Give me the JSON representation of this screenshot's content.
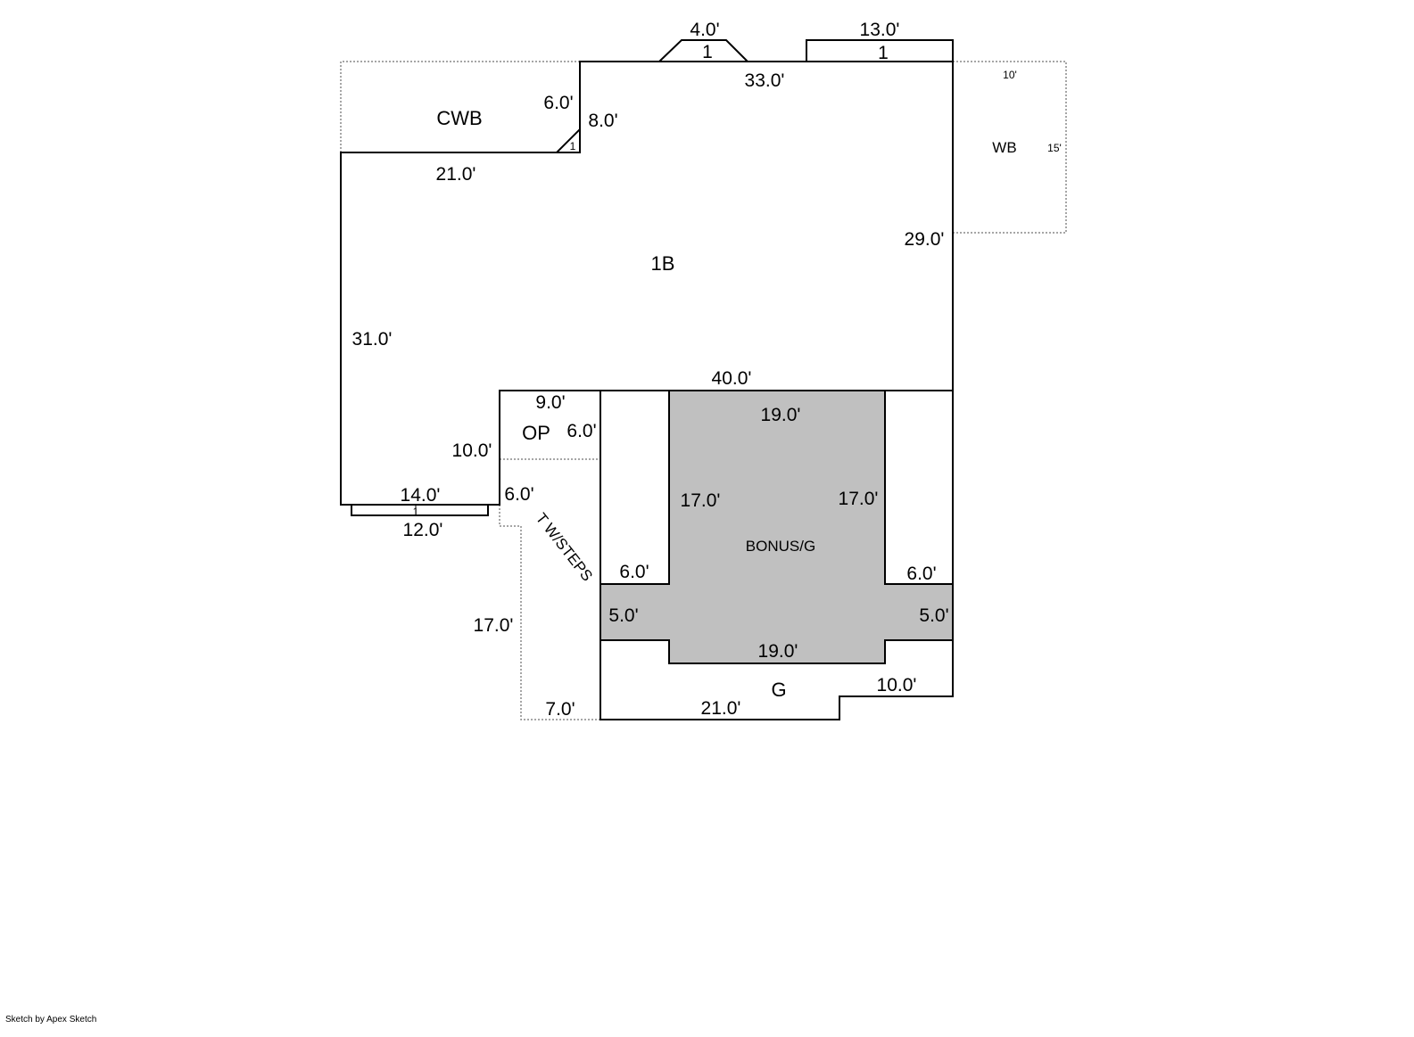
{
  "colors": {
    "bonus_fill": "#c0c0c0",
    "line": "#000000",
    "dotted": "#888888"
  },
  "areas": {
    "main": "1B",
    "cwb": "CWB",
    "wb": "WB",
    "op": "OP",
    "terrace": "T W/STEPS",
    "bonus": "BONUS/G",
    "garage": "G"
  },
  "dimensions": {
    "top_bump_small": "4.0'",
    "top_bump_small_count": "1",
    "top_bump_large": "13.0'",
    "top_bump_large_count": "1",
    "top_main": "33.0'",
    "cwb_step": "6.0'",
    "cwb_side": "8.0'",
    "corner_count": "1",
    "cwb_bottom": "21.0'",
    "wb_width": "10'",
    "wb_depth": "15'",
    "right_main": "29.0'",
    "left_main": "31.0'",
    "main_bottom": "40.0'",
    "op_top": "9.0'",
    "op_right": "6.0'",
    "op_left": "10.0'",
    "bottom_left": "14.0'",
    "bottom_bump_count": "1",
    "bottom_bump": "12.0'",
    "terrace_top": "6.0'",
    "terrace_side": "17.0'",
    "terrace_bottom": "7.0'",
    "bonus_top": "19.0'",
    "bonus_left": "17.0'",
    "bonus_right": "17.0'",
    "bonus_left_step": "6.0'",
    "bonus_right_step": "6.0'",
    "bonus_left_side": "5.0'",
    "bonus_right_side": "5.0'",
    "bonus_bottom": "19.0'",
    "garage_bottom": "21.0'",
    "garage_right": "10.0'"
  },
  "footer": "Sketch by Apex Sketch"
}
